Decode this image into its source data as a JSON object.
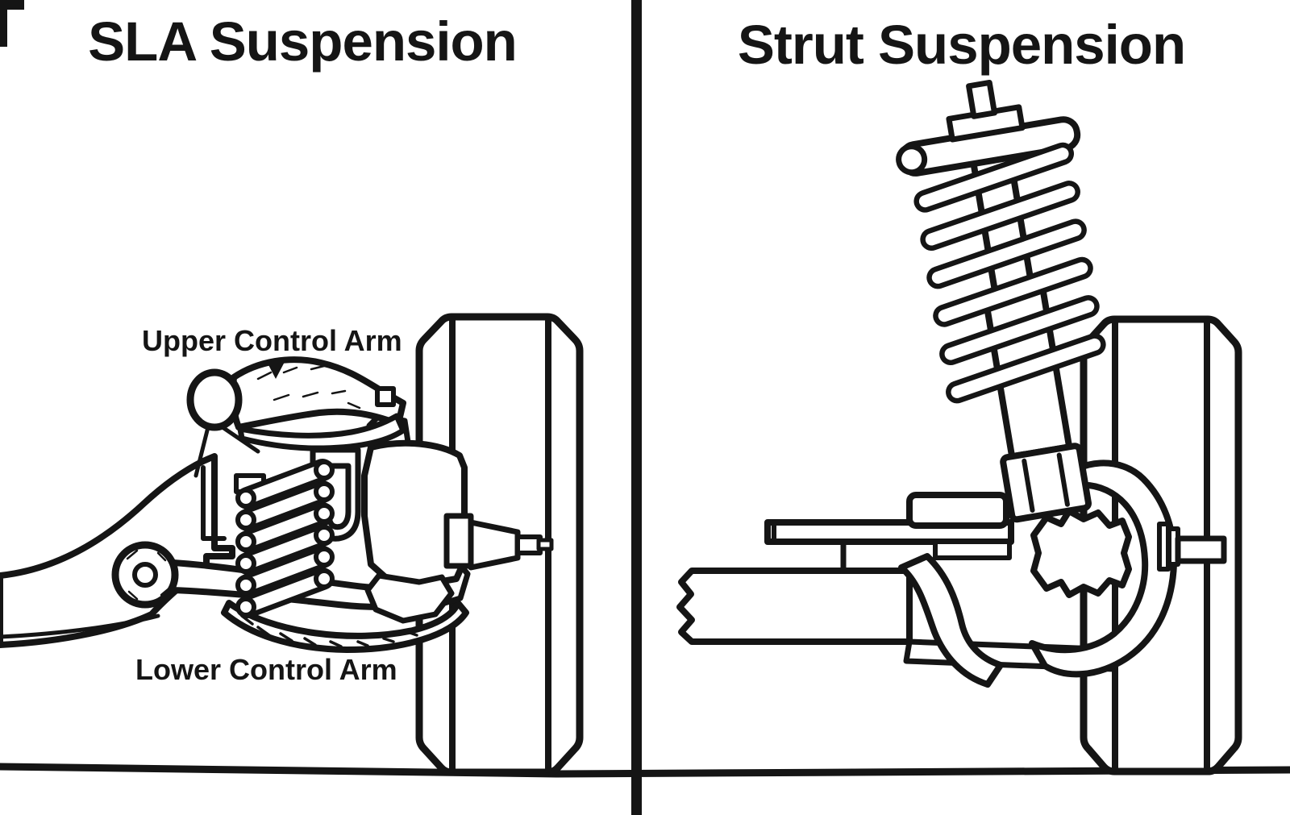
{
  "colors": {
    "ink": "#151515",
    "paper": "#ffffff"
  },
  "left_panel": {
    "title": "SLA Suspension",
    "upper_arm_label": "Upper Control Arm",
    "lower_arm_label": "Lower Control Arm"
  },
  "right_panel": {
    "title": "Strut Suspension"
  }
}
